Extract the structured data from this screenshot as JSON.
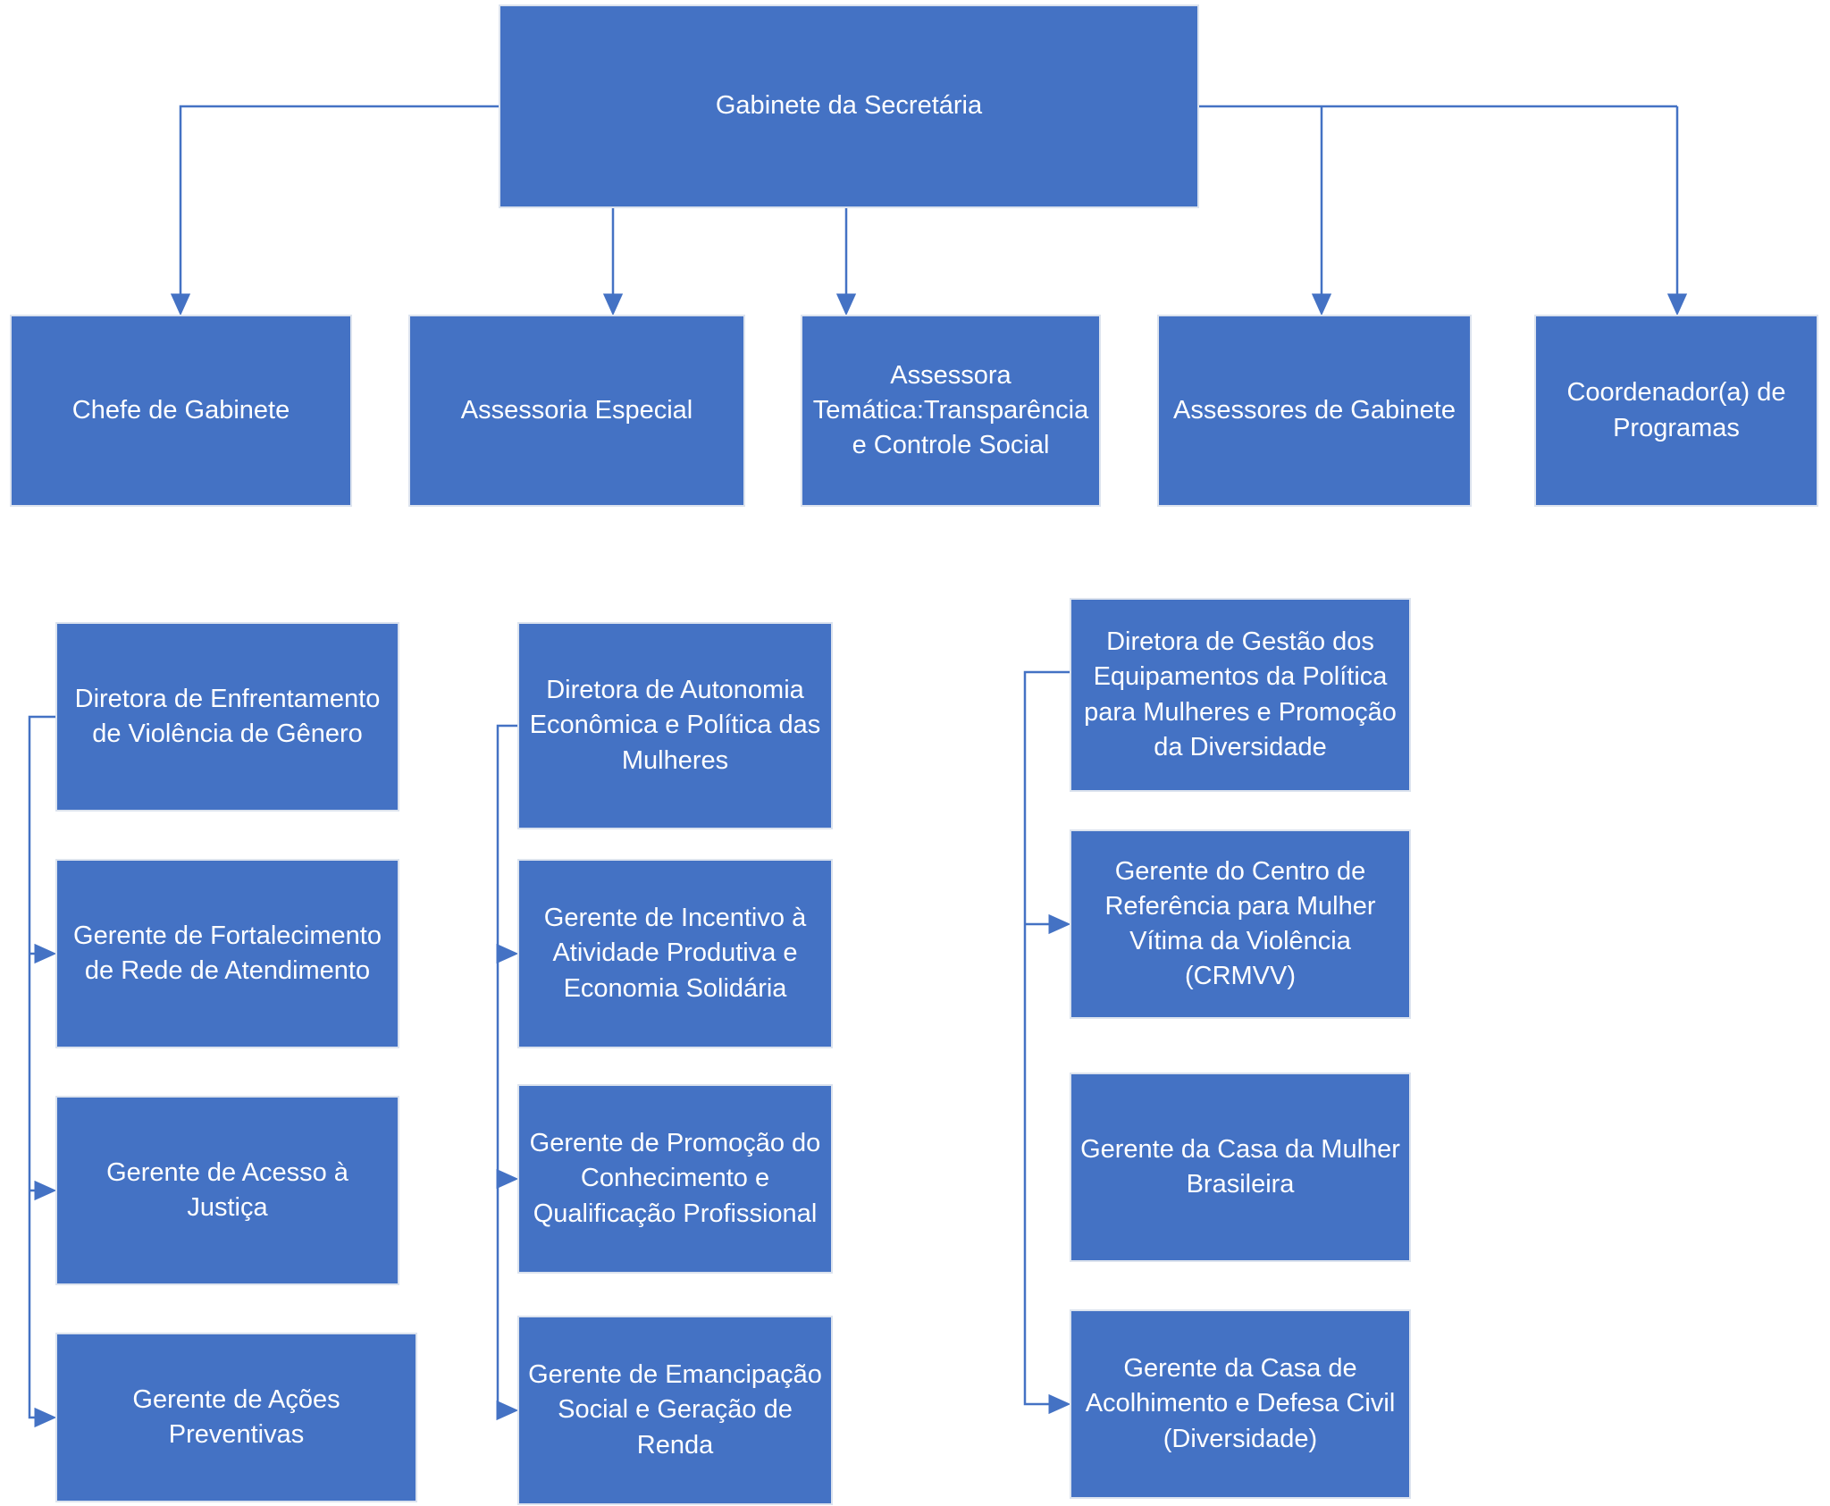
{
  "org": {
    "root": {
      "label": "Gabinete da Secretária"
    },
    "level2": [
      {
        "label": "Chefe de Gabinete"
      },
      {
        "label": "Assessoria Especial"
      },
      {
        "label": "Assessora Temática:Transparência e Controle Social"
      },
      {
        "label": "Assessores de Gabinete"
      },
      {
        "label": "Coordenador(a) de Programas"
      }
    ],
    "columns": [
      {
        "head": "Diretora de Enfrentamento de Violência de Gênero",
        "children": [
          "Gerente de Fortalecimento de Rede de Atendimento",
          "Gerente de Acesso à Justiça",
          "Gerente de Ações Preventivas"
        ]
      },
      {
        "head": "Diretora de Autonomia Econômica e Política das Mulheres",
        "children": [
          "Gerente de Incentivo à Atividade Produtiva e Economia Solidária",
          "Gerente de Promoção do Conhecimento e Qualificação Profissional",
          "Gerente de Emancipação Social e Geração de Renda"
        ]
      },
      {
        "head": "Diretora de Gestão dos Equipamentos da Política para Mulheres e Promoção da Diversidade",
        "children": [
          "Gerente do Centro de Referência para Mulher Vítima da Violência (CRMVV)",
          "Gerente da Casa da Mulher Brasileira",
          "Gerente da Casa de Acolhimento e Defesa Civil (Diversidade)"
        ]
      }
    ],
    "colors": {
      "box_fill": "#4472C4",
      "box_border": "#DCE3EE",
      "line": "#4472C4",
      "text": "#FFFFFF"
    }
  }
}
